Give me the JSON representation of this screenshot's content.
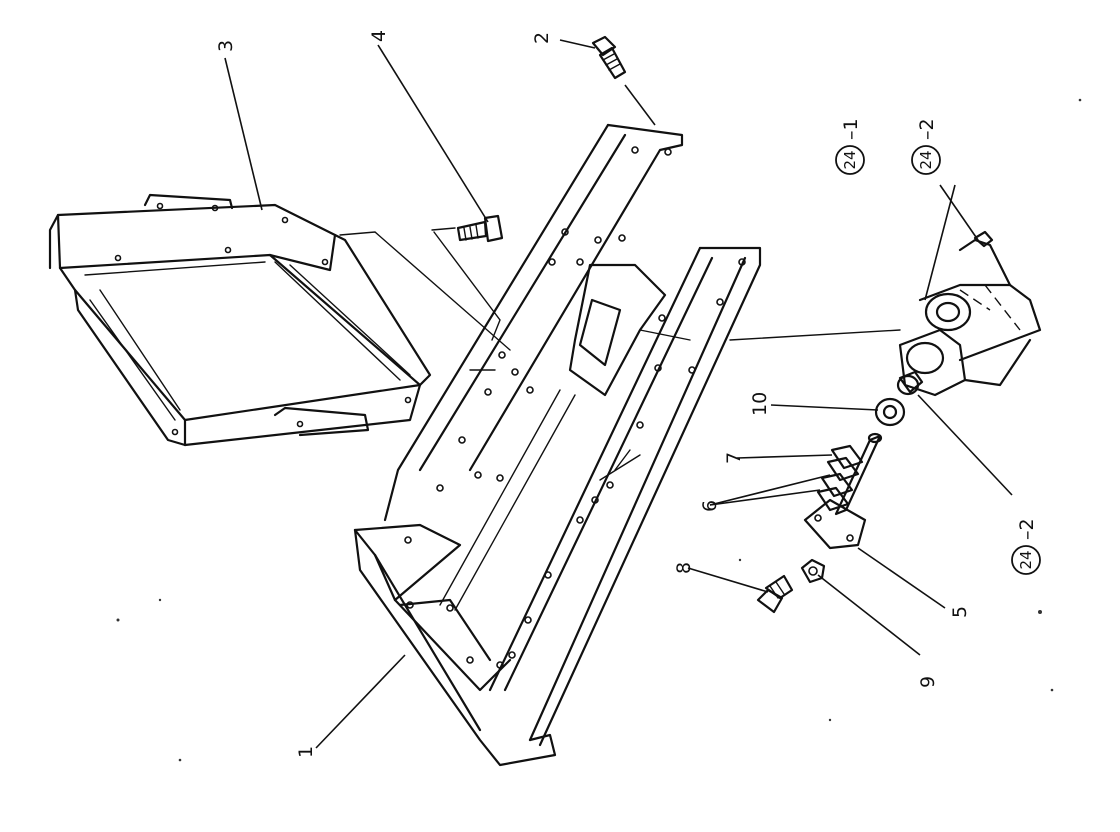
{
  "callouts": {
    "c1": "1",
    "c2": "2",
    "c3": "3",
    "c4": "4",
    "c5": "5",
    "c6": "6",
    "c7": "7",
    "c8": "8",
    "c9": "9",
    "c10": "10"
  },
  "ref_callouts": {
    "r24_1": {
      "circle": "24",
      "suffix": "–1"
    },
    "r24_2_top": {
      "circle": "24",
      "suffix": "–2"
    },
    "r24_2_bottom": {
      "circle": "24",
      "suffix": "–2"
    }
  }
}
